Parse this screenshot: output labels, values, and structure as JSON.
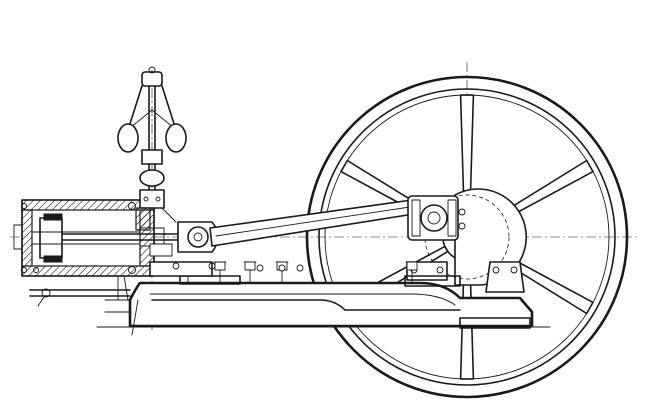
{
  "drawing": {
    "subject": "horizontal-steam-engine",
    "style": "technical-line-drawing",
    "ink_color": "#1a1a1a",
    "background_color": "#ffffff",
    "flywheel_spokes": 6
  }
}
